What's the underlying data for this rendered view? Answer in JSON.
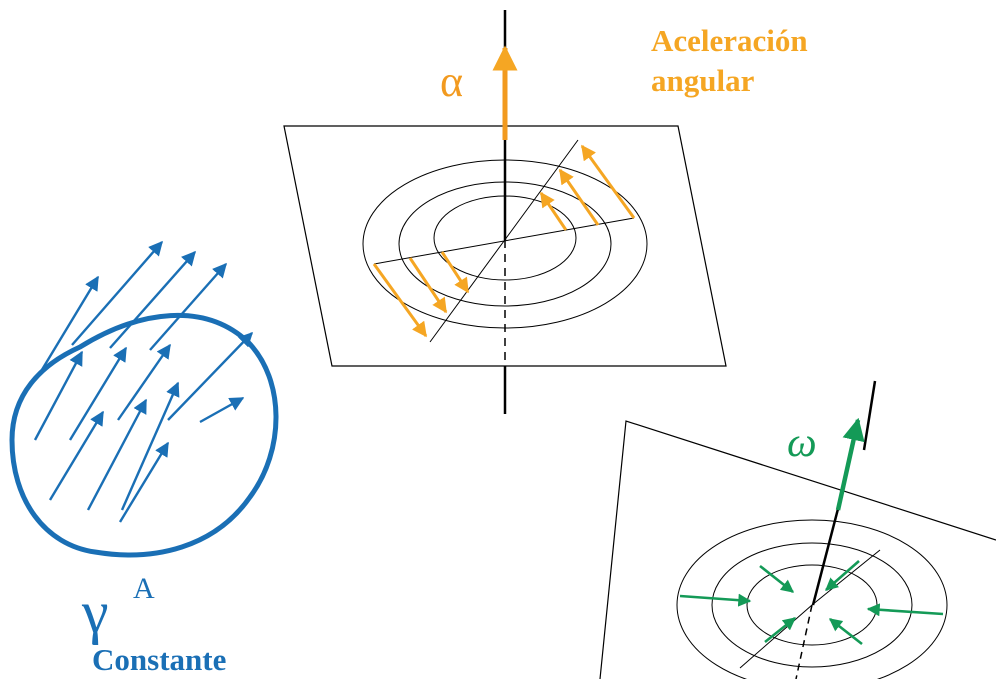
{
  "colors": {
    "orange": "#f29a1f",
    "yellow_orange": "#f5a623",
    "blue": "#1a6fb5",
    "green": "#149a57",
    "line": "#000000"
  },
  "labels": {
    "alpha": "α",
    "angular_accel_line1": "Aceleración",
    "angular_accel_line2": "angular",
    "omega": "ω",
    "gamma": "γ",
    "gamma_sup": "A",
    "constante": "Constante"
  },
  "icons": [
    "alpha-arrow-icon",
    "omega-arrow-icon",
    "gamma-arrow-icon"
  ]
}
